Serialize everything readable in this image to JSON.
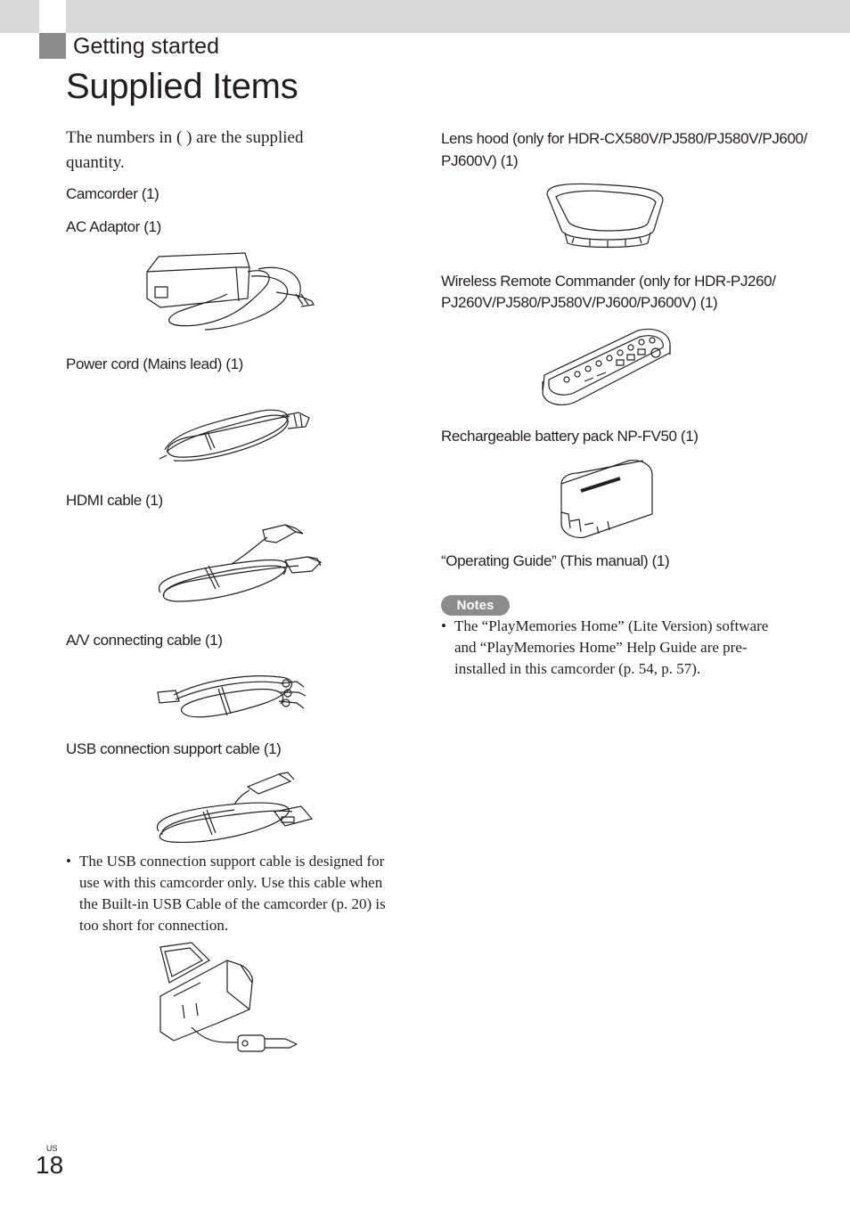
{
  "header": {
    "section": "Getting started",
    "title": "Supplied Items"
  },
  "left": {
    "intro": "The numbers in ( ) are the supplied quantity.",
    "items": {
      "camcorder": "Camcorder (1)",
      "ac_adaptor": "AC Adaptor (1)",
      "power_cord": "Power cord (Mains lead) (1)",
      "hdmi": "HDMI cable (1)",
      "av": "A/V connecting cable (1)",
      "usb": "USB connection support cable (1)"
    },
    "usb_note": "The USB connection support cable is designed for use with this camcorder only. Use this cable when the Built-in USB Cable of the camcorder (p. 20) is too short for connection."
  },
  "right": {
    "items": {
      "lens_hood_line1": "Lens hood (only for HDR-CX580V/PJ580/PJ580V/PJ600/",
      "lens_hood_line2": "PJ600V) (1)",
      "remote_line1": "Wireless Remote Commander (only for HDR-PJ260/",
      "remote_line2": "PJ260V/PJ580/PJ580V/PJ600/PJ600V) (1)",
      "battery": "Rechargeable battery pack NP-FV50 (1)",
      "guide": "“Operating Guide” (This manual) (1)"
    },
    "notes_label": "Notes",
    "note": "The “PlayMemories Home” (Lite Version) software and “PlayMemories Home” Help Guide are pre-installed in this camcorder (p. 54, p. 57)."
  },
  "footer": {
    "region": "US",
    "page_number": "18"
  },
  "bullet_symbol": "•"
}
